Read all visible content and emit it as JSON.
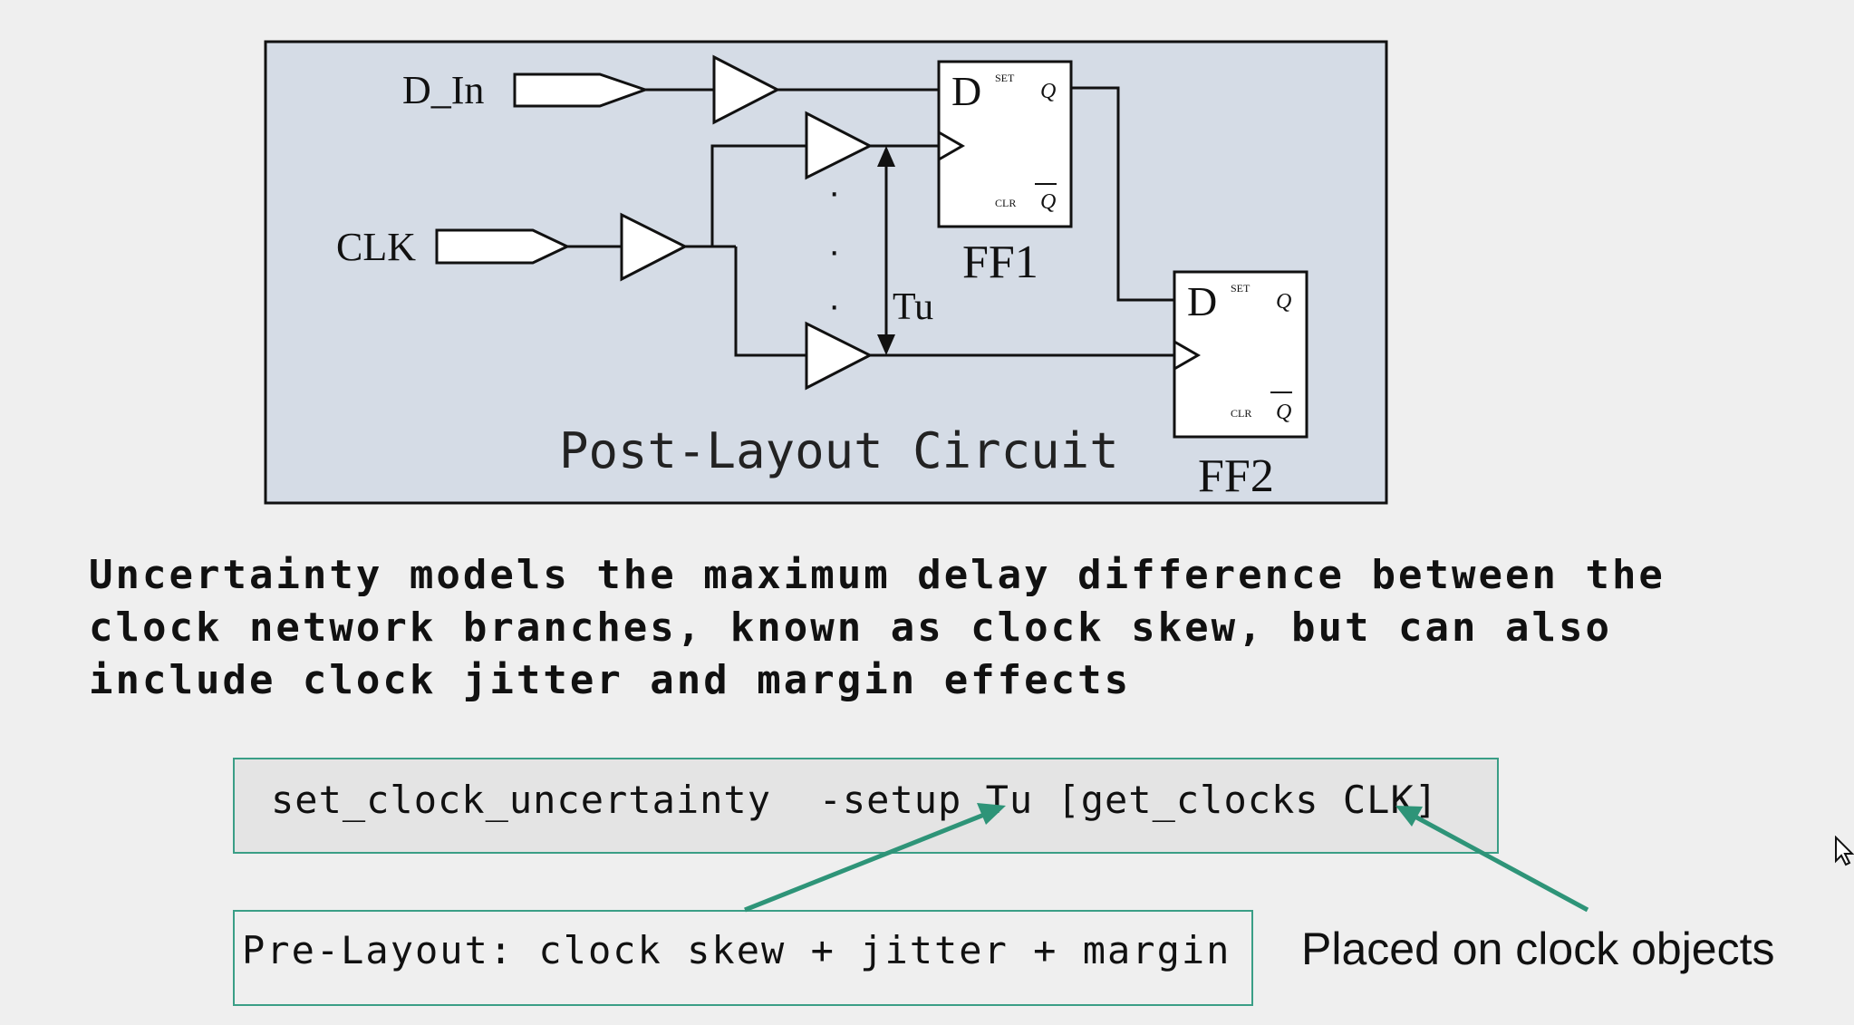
{
  "diagram": {
    "caption": "Post-Layout Circuit",
    "labels": {
      "d_in": "D_In",
      "clk": "CLK",
      "tu": "Tu",
      "ff1": "FF1",
      "ff2": "FF2",
      "ff_d": "D",
      "ff_set": "SET",
      "ff_q": "Q",
      "ff_clr": "CLR",
      "ff_qbar": "Q",
      "dots": "·"
    }
  },
  "description": {
    "lines": [
      "Uncertainty models the maximum delay difference between the",
      "clock network branches, known as clock skew, but can also",
      "include clock jitter and margin effects"
    ]
  },
  "command": {
    "text": "set_clock_uncertainty  -setup Tu [get_clocks CLK]"
  },
  "pre_layout": {
    "text": "Pre-Layout: clock skew + jitter + margin"
  },
  "annotation": {
    "text": "Placed on clock objects"
  },
  "colors": {
    "panel": "#d5dce6",
    "accent": "#2e9478",
    "line": "#111111"
  }
}
